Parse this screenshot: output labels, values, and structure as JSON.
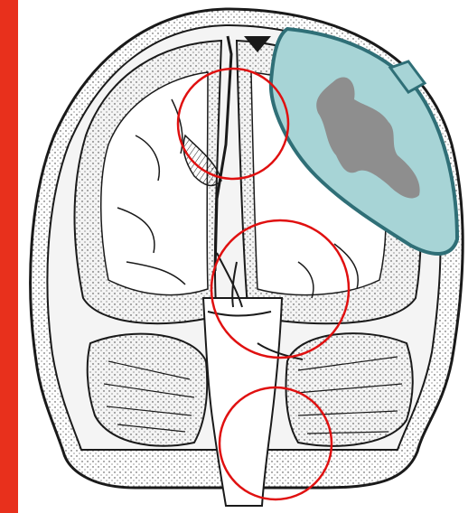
{
  "colors": {
    "background": "#ffffff",
    "left_border": "#e8301c",
    "ink": "#1a1a1a",
    "skull_fill": "#ececec",
    "tumor_fill": "#a7d4d6",
    "tumor_outline": "#2f6f77",
    "tumor_core": "#8e8e8e",
    "marker_circle": "#e01010"
  },
  "icons": {
    "brain": "coronal-brain-section-illustration",
    "lesion": "hematoma-region",
    "markers": "red-circle-marker"
  }
}
